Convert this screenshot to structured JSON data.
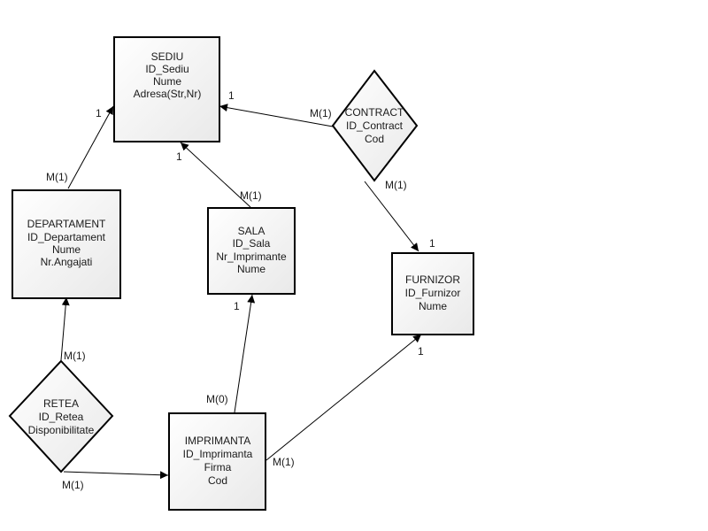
{
  "entities": {
    "sediu": {
      "title": "SEDIU",
      "attributes": [
        "ID_Sediu",
        "Nume",
        "Adresa(Str,Nr)"
      ]
    },
    "departament": {
      "title": "DEPARTAMENT",
      "attributes": [
        "ID_Departament",
        "Nume",
        "Nr.Angajati"
      ]
    },
    "sala": {
      "title": "SALA",
      "attributes": [
        "ID_Sala",
        "Nr_Imprimante",
        "Nume"
      ]
    },
    "furnizor": {
      "title": "FURNIZOR",
      "attributes": [
        "ID_Furnizor",
        "Nume"
      ]
    },
    "imprimanta": {
      "title": "IMPRIMANTA",
      "attributes": [
        "ID_Imprimanta",
        "Firma",
        "Cod"
      ]
    }
  },
  "relationships": {
    "contract": {
      "title": "CONTRACT",
      "attributes": [
        "ID_Contract",
        "Cod"
      ]
    },
    "retea": {
      "title": "RETEA",
      "attributes": [
        "ID_Retea",
        "Disponibilitate"
      ]
    }
  },
  "cardinalities": {
    "dept_to_sediu_one": "1",
    "dept_to_sediu_many": "M(1)",
    "sala_to_sediu_one": "1",
    "sala_to_sediu_many": "M(1)",
    "contract_to_sediu_one": "1",
    "contract_to_sediu_many": "M(1)",
    "contract_to_furnizor_many": "M(1)",
    "contract_to_furnizor_one": "1",
    "retea_to_dept_many": "M(1)",
    "retea_to_imprimanta_many": "M(1)",
    "imprimanta_to_sala_many": "M(0)",
    "imprimanta_to_sala_one": "1",
    "imprimanta_to_furnizor_many": "M(1)",
    "imprimanta_to_furnizor_one": "1"
  }
}
